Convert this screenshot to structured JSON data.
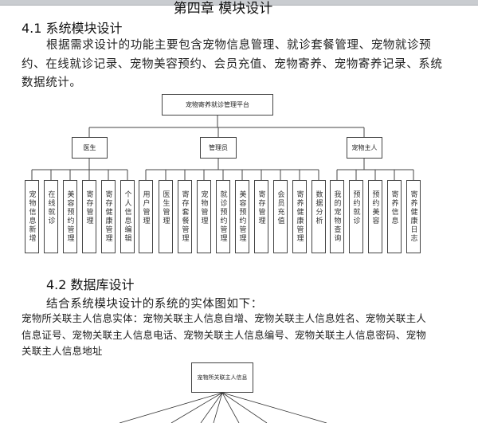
{
  "chapter_title": "第四章 模块设计",
  "section1": {
    "heading": "4.1 系统模块设计",
    "paragraph_lines": [
      "根据需求设计的功能主要包含宠物信息管理、就诊套餐管理、宠物就诊预",
      "约、在线就诊记录、宠物美容预约、会员充值、宠物寄养、宠物寄养记录、系统",
      "数据统计。"
    ]
  },
  "module_diagram": {
    "root": "宠物寄养就诊管理平台",
    "roles": [
      {
        "label": "医生",
        "leaves": [
          "宠物信息新增",
          "在线就诊",
          "美容预约管理",
          "寄存管理",
          "寄存健康管理",
          "个人信息编辑"
        ]
      },
      {
        "label": "管理员",
        "leaves": [
          "用户管理",
          "医生管理",
          "寄存套餐管理",
          "宠物管理",
          "就诊预约管理",
          "美容预约管理",
          "寄存管理",
          "会员充值",
          "寄养健康管理",
          "数据分析"
        ]
      },
      {
        "label": "宠物主人",
        "leaves": [
          "我的宠物查询",
          "预约就诊",
          "预约美容",
          "寄养信息",
          "寄养健康日志"
        ]
      }
    ]
  },
  "section2": {
    "heading": "4.2 数据库设计",
    "intro": "结合系统模块设计的系统的实体图如下：",
    "entity_lines": [
      "宠物所关联主人信息实体：宠物关联主人信息自增、宠物关联主人信息姓名、宠物关联主人",
      "信息证号、宠物关联主人信息电话、宠物关联主人信息编号、宠物关联主人信息密码、宠物",
      "关联主人信息地址"
    ],
    "entity_box": "宠物所关联主人信息"
  }
}
